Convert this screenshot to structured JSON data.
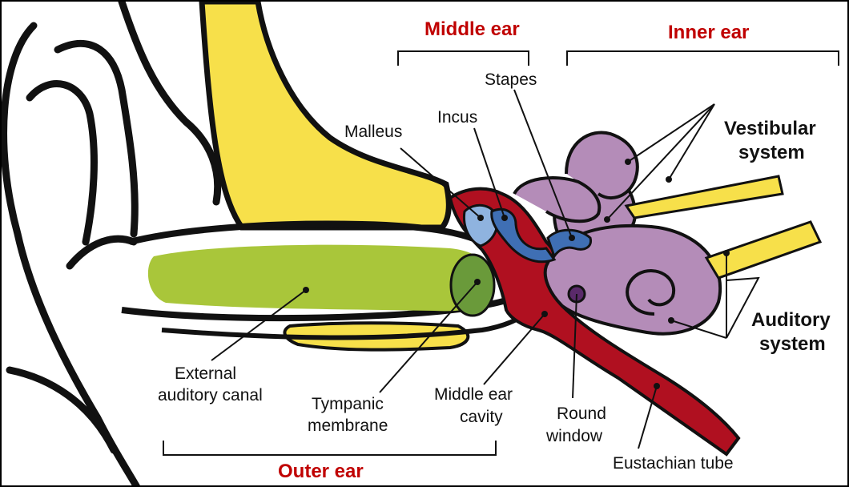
{
  "colors": {
    "outline": "#111111",
    "bone_yellow": "#f7e04a",
    "canal_green": "#a9c63a",
    "membrane_green": "#6a9a3a",
    "cavity_red": "#b01020",
    "inner_purple": "#b48cb8",
    "ossicle_blue": "#3f6fb4",
    "ossicle_light": "#8fb3df",
    "heading_red": "#c00000"
  },
  "regions": {
    "middle_ear": "Middle ear",
    "inner_ear": "Inner ear",
    "outer_ear": "Outer ear"
  },
  "labels": {
    "stapes": "Stapes",
    "incus": "Incus",
    "malleus": "Malleus",
    "vestibular_1": "Vestibular",
    "vestibular_2": "system",
    "auditory_1": "Auditory",
    "auditory_2": "system",
    "external_1": "External",
    "external_2": "auditory canal",
    "tympanic_1": "Tympanic",
    "tympanic_2": "membrane",
    "middle_cavity_1": "Middle ear",
    "middle_cavity_2": "cavity",
    "round_1": "Round",
    "round_2": "window",
    "eustachian": "Eustachian tube"
  }
}
